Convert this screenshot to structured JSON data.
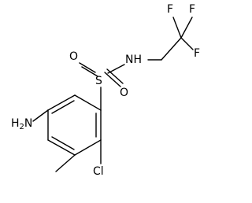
{
  "structure": {
    "atoms": {
      "nh": "NH",
      "s": "S",
      "o_left": "O",
      "o_right": "O",
      "f_top_left": "F",
      "f_top_right": "F",
      "f_right": "F",
      "nh2": "H2N",
      "nh2_main": "H",
      "nh2_sub": "2",
      "nh2_n": "N",
      "cl": "Cl"
    }
  }
}
